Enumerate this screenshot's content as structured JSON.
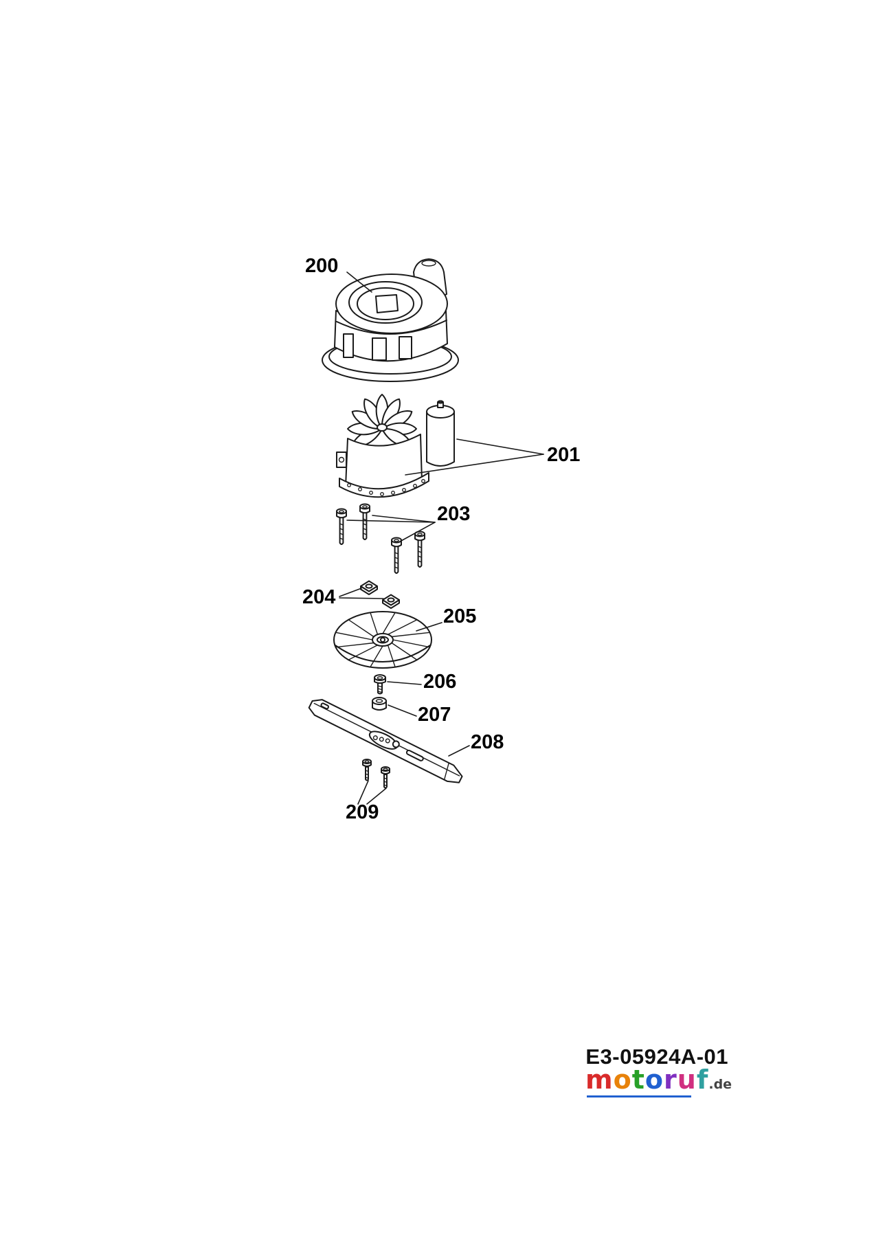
{
  "diagram": {
    "type": "exploded-parts-diagram",
    "labels": {
      "p200": "200",
      "p201": "201",
      "p203": "203",
      "p204": "204",
      "p205": "205",
      "p206": "206",
      "p207": "207",
      "p208": "208",
      "p209": "209"
    }
  },
  "footer": {
    "diagram_id": "E3-05924A-01",
    "watermark": {
      "letters": [
        {
          "char": "m",
          "style": "color:#d92b2b"
        },
        {
          "char": "o",
          "style": "color:#e8820a"
        },
        {
          "char": "t",
          "style": "color:#28a028"
        },
        {
          "char": "o",
          "style": "color:#2060d0"
        },
        {
          "char": "r",
          "style": "color:#8030c0"
        },
        {
          "char": "u",
          "style": "color:#d03080"
        },
        {
          "char": "f",
          "style": "color:#30a0a0"
        }
      ],
      "suffix": ".de",
      "underline_style": "background:#2060d0"
    }
  },
  "colors": {
    "line": "#1a1a1a",
    "background": "#ffffff"
  }
}
